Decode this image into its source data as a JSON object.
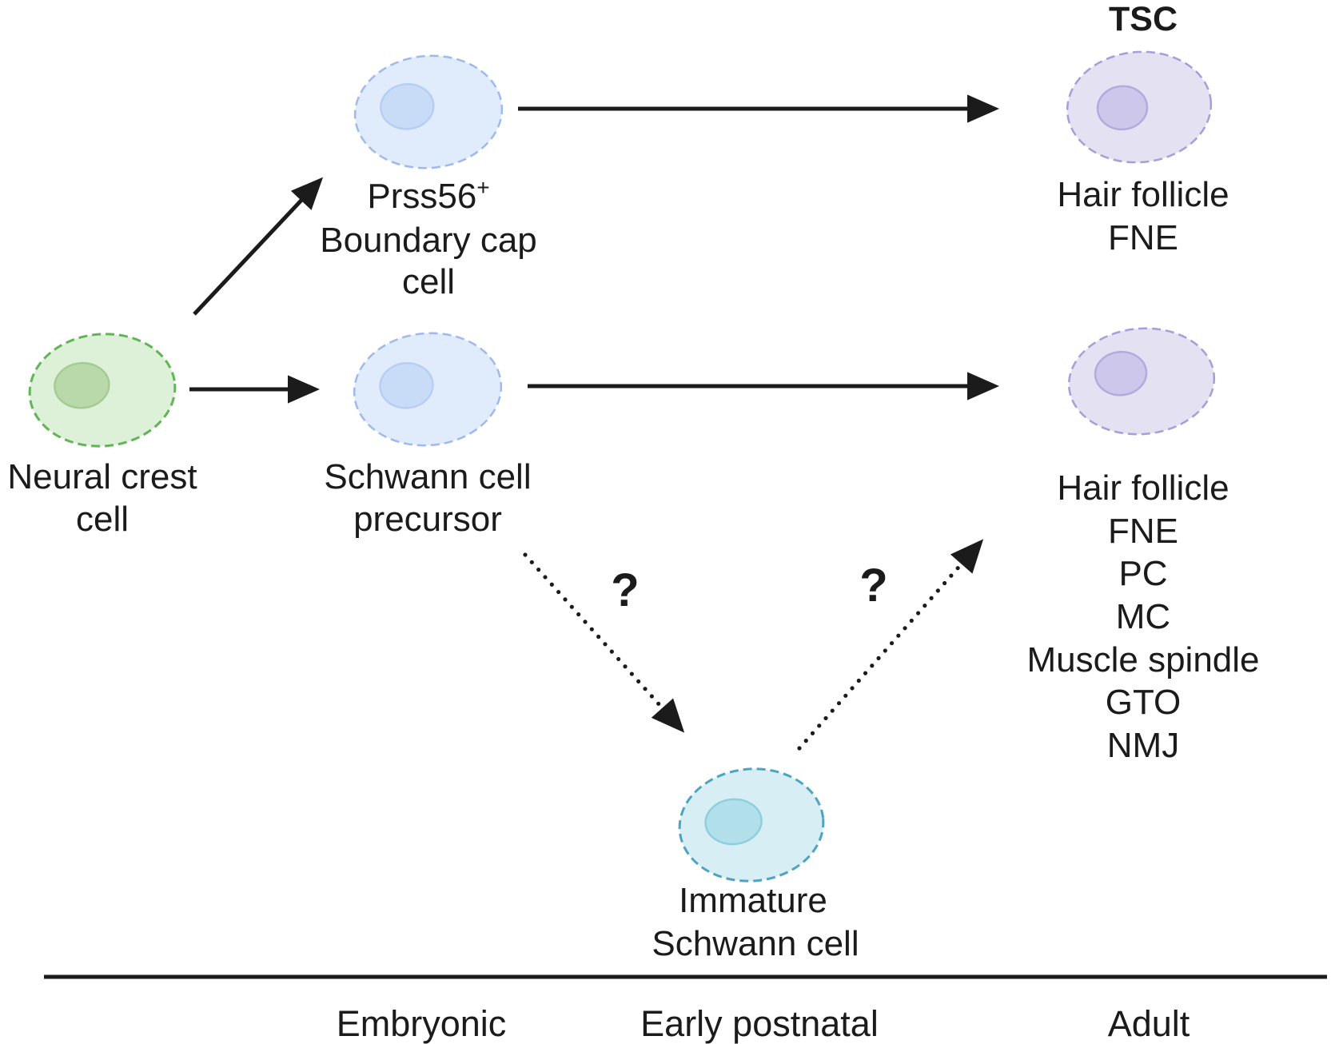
{
  "cells": {
    "neural_crest": {
      "label_lines": [
        "Neural crest",
        "cell"
      ],
      "body_color": "#ddf0d8",
      "border_color": "#63b457",
      "nucleus_color": "#b9d9ab"
    },
    "boundary_cap": {
      "gene": "Prss56",
      "gene_superscript": "+",
      "label_lines": [
        "Boundary cap",
        "cell"
      ],
      "body_color": "#e0ecfb",
      "border_color": "#9fb9ee",
      "nucleus_color": "#c9dcf7"
    },
    "schwann_precursor": {
      "label_lines": [
        "Schwann cell",
        "precursor"
      ],
      "body_color": "#e0ecfb",
      "border_color": "#9fb9ee",
      "nucleus_color": "#c9dcf7"
    },
    "terminal_schwann": {
      "title": "TSC",
      "targets": [
        "Hair follicle",
        "FNE"
      ],
      "body_color": "#e4e1f3",
      "border_color": "#a79ed8",
      "nucleus_color": "#cdc7eb"
    },
    "adult_schwann": {
      "targets": [
        "Hair follicle",
        "FNE",
        "PC",
        "MC",
        "Muscle spindle",
        "GTO",
        "NMJ"
      ],
      "body_color": "#e4e1f3",
      "border_color": "#a79ed8",
      "nucleus_color": "#cdc7eb"
    },
    "immature_schwann": {
      "label_lines": [
        "Immature",
        "Schwann cell"
      ],
      "body_color": "#d8eef5",
      "border_color": "#4da4c2",
      "nucleus_color": "#b2e0ea"
    }
  },
  "annotations": {
    "question_mark": "?"
  },
  "timeline": {
    "stages": [
      "Embryonic",
      "Early postnatal",
      "Adult"
    ]
  },
  "colors": {
    "arrow": "#1b1b1b",
    "text": "#1b1b1b",
    "background": "#ffffff"
  }
}
